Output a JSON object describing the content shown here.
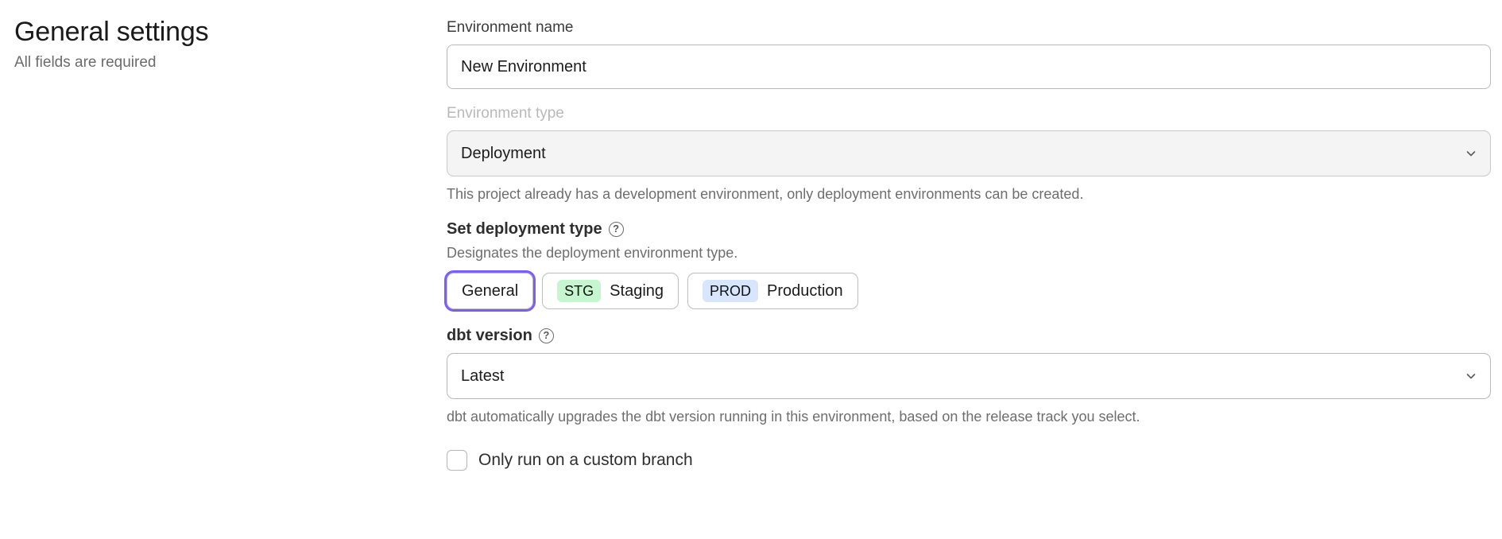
{
  "header": {
    "title": "General settings",
    "subtitle": "All fields are required"
  },
  "form": {
    "environment_name": {
      "label": "Environment name",
      "value": "New Environment",
      "placeholder": "Environment name"
    },
    "environment_type": {
      "label": "Environment type",
      "selected": "Deployment",
      "disabled": true,
      "helper": "This project already has a development environment, only deployment environments can be created.",
      "chevron_icon": "chevron-down-icon"
    },
    "deployment_type": {
      "heading": "Set deployment type",
      "help_icon": "question-circle-icon",
      "help_glyph": "?",
      "description": "Designates the deployment environment type.",
      "options": [
        {
          "label": "General",
          "badge": "",
          "badge_kind": "none",
          "selected": true
        },
        {
          "label": "Staging",
          "badge": "STG",
          "badge_kind": "stg",
          "selected": false
        },
        {
          "label": "Production",
          "badge": "PROD",
          "badge_kind": "prod",
          "selected": false
        }
      ]
    },
    "dbt_version": {
      "label": "dbt version",
      "help_icon": "question-circle-icon",
      "help_glyph": "?",
      "selected": "Latest",
      "helper": "dbt automatically upgrades the dbt version running in this environment, based on the release track you select.",
      "chevron_icon": "chevron-down-icon"
    },
    "custom_branch": {
      "label": "Only run on a custom branch",
      "checked": false
    }
  },
  "colors": {
    "focus_ring": "#7c5cfc",
    "badge_stg_bg": "#c6f6cf",
    "badge_prod_bg": "#d7e6fc",
    "disabled_bg": "#f4f4f4",
    "border": "#b8b8b8"
  }
}
